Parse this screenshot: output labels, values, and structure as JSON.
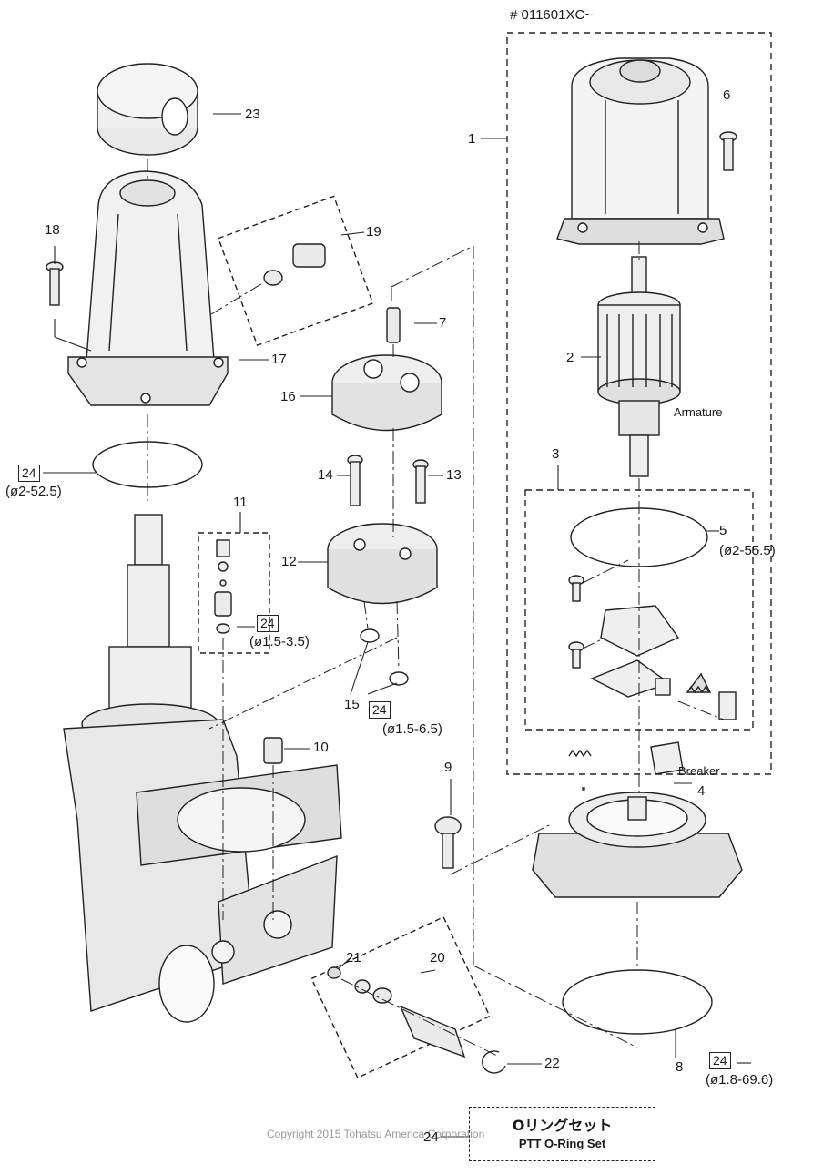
{
  "serial_range": "# 011601XC~",
  "callouts": {
    "c1": "1",
    "c2": "2",
    "c3": "3",
    "c4": "4",
    "c5": "5",
    "c6": "6",
    "c7": "7",
    "c8": "8",
    "c9": "9",
    "c10": "10",
    "c11": "11",
    "c12": "12",
    "c13": "13",
    "c14": "14",
    "c15": "15",
    "c16": "16",
    "c17": "17",
    "c18": "18",
    "c19": "19",
    "c20": "20",
    "c21": "21",
    "c22": "22",
    "c23": "23",
    "c24": "24"
  },
  "notes": {
    "armature": "Armature",
    "breaker": "Breaker"
  },
  "oring_refs": [
    {
      "ref": "24",
      "spec": "(ø2-52.5)"
    },
    {
      "ref": "24",
      "spec": "(ø1.5-3.5)"
    },
    {
      "ref": "24",
      "spec": "(ø1.5-6.5)"
    },
    {
      "ref": "24",
      "spec": "(ø1.8-69.6)"
    }
  ],
  "spec_5": "(ø2-55.5)",
  "kit": {
    "ref": "24",
    "name_ja": "Oリングセット",
    "name_en": "PTT O-Ring Set"
  },
  "copyright": "Copyright 2015 Tohatsu America Corporation"
}
